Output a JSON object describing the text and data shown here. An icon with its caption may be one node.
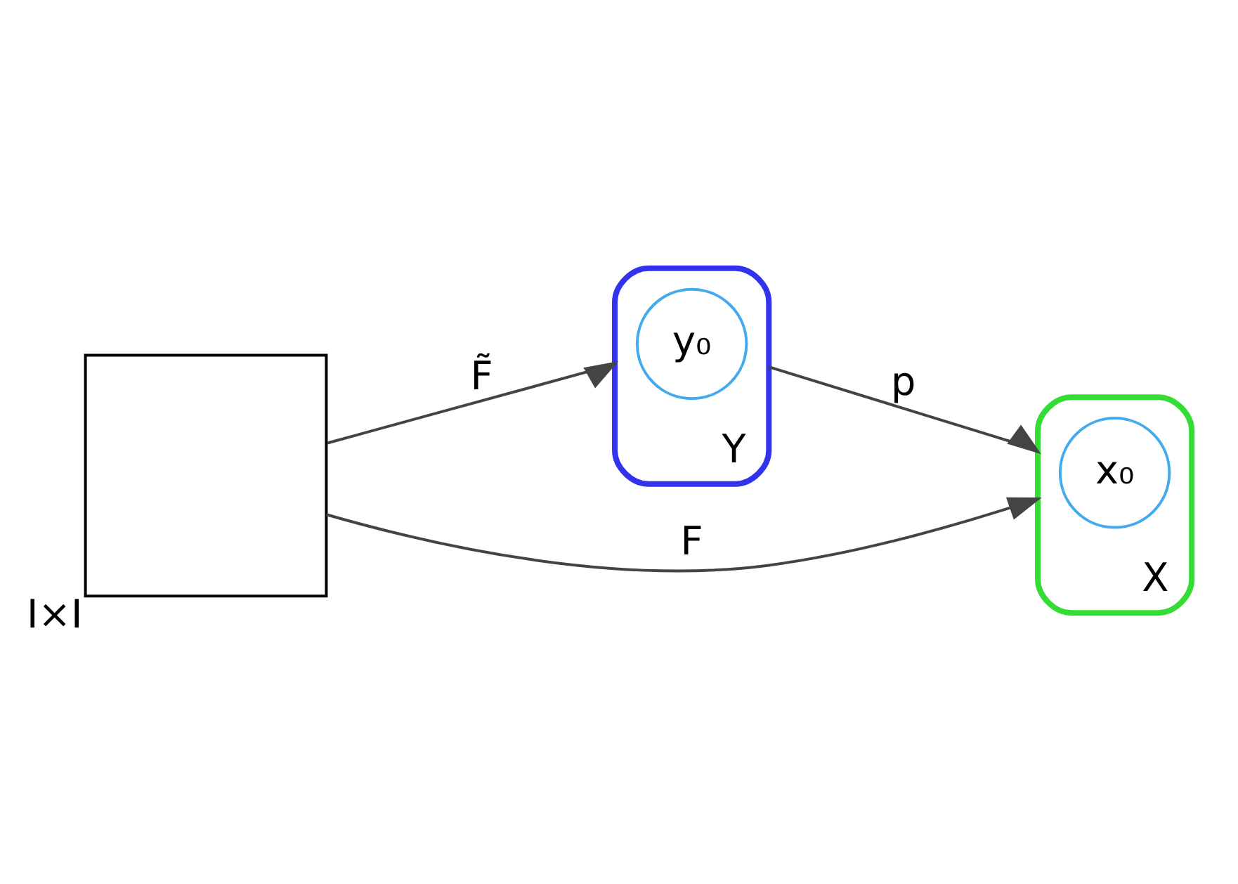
{
  "diagram": {
    "nodes": [
      {
        "text": [],
        "shape": "box",
        "beside": [
          "I×I"
        ]
      },
      {
        "text": [
          "Y"
        ]
      },
      {
        "text": [
          "y₀"
        ],
        "in": 1
      },
      {
        "text": [
          "X"
        ]
      },
      {
        "text": [
          "x₀"
        ],
        "in": 3
      }
    ],
    "edges": [
      {
        "from": 0,
        "to": 1,
        "arrow": "to",
        "label": "F̃"
      },
      {
        "from": 1,
        "to": 3,
        "arrow": "to",
        "label": "p"
      },
      {
        "from": 0,
        "to": 3,
        "arrow": "to",
        "label": "F"
      }
    ]
  }
}
